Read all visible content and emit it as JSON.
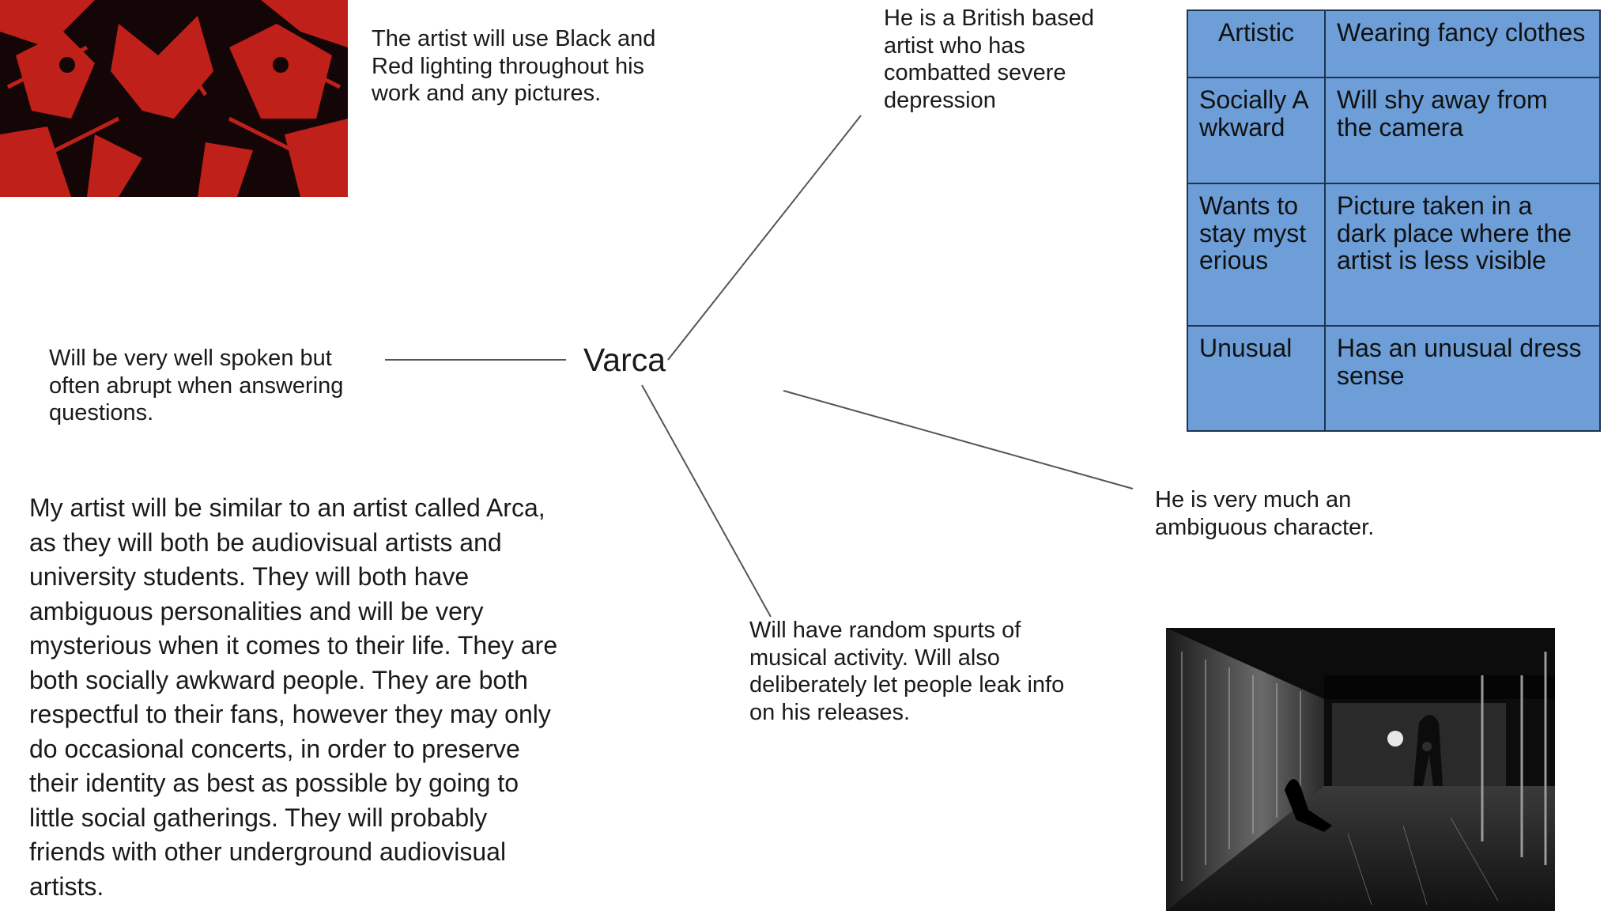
{
  "center_label": "Varca",
  "notes": {
    "lighting": "The artist will use Black and Red lighting throughout his work and any pictures.",
    "british": "He is a British based artist who has combatted severe depression",
    "spoken": "Will be very well spoken but often abrupt when answering questions.",
    "ambiguous": "He is very much an ambiguous character.",
    "spurts": "Will have random spurts of musical activity. Will also deliberately let people leak info on his releases."
  },
  "paragraph": "My artist will be similar to an artist called Arca, as they will both be audiovisual artists and university students. They will both have ambiguous personalities and will be very mysterious when it comes to their life. They are both socially awkward people. They are both respectful to their fans, however they may only do occasional concerts, in order to preserve their identity as best as possible by going to little social gatherings. They will probably friends with other underground audiovisual artists.",
  "traits_table": [
    {
      "trait": "Artistic",
      "detail": "Wearing fancy clothes"
    },
    {
      "trait": "Socially Awkward",
      "detail": "Will shy away from the camera"
    },
    {
      "trait": "Wants to stay mysterious",
      "detail": "Picture taken in a dark place where the artist is less visible"
    },
    {
      "trait": "Unusual",
      "detail": "Has an unusual dress sense"
    }
  ],
  "colors": {
    "table_fill": "#6d9ed8",
    "table_border": "#1e3350",
    "artwork_red": "#c0201a",
    "connector_line": "#555555"
  }
}
